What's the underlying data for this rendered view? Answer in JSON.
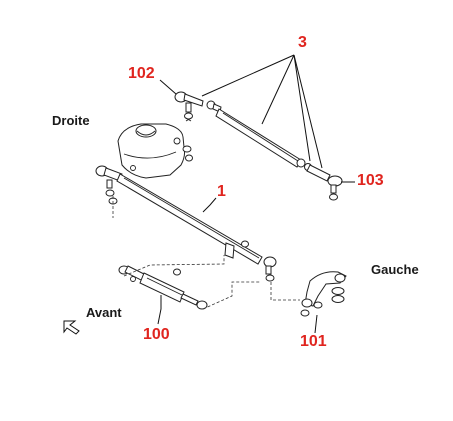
{
  "diagram": {
    "side_labels": {
      "right": "Droite",
      "left": "Gauche",
      "front": "Avant"
    },
    "callouts": {
      "tie_rod_assembly": "3",
      "tie_rod_end_upper_left": "102",
      "tie_rod_end_right": "103",
      "drag_link": "1",
      "steering_damper": "100",
      "idler_arm": "101"
    },
    "colors": {
      "callout": "#e0251f",
      "line_art": "#222222",
      "side_text": "#1a1a1a"
    },
    "icons": {
      "front_direction": "arrow-outline-icon"
    }
  }
}
